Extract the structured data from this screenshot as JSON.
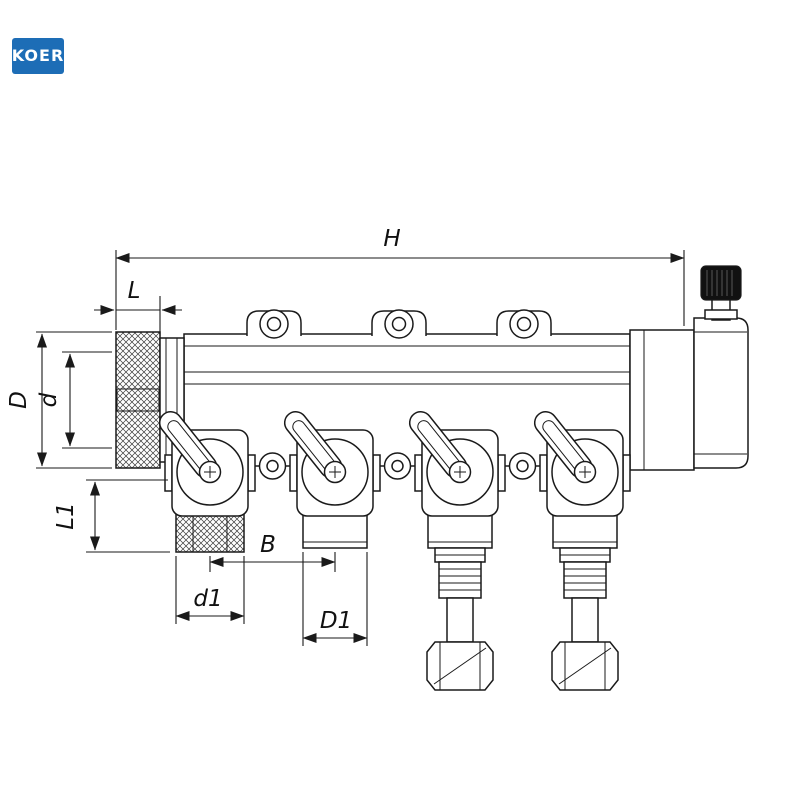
{
  "logo": {
    "text": "KOER",
    "color": "#1d6db6"
  },
  "dimensions": {
    "H": "H",
    "L": "L",
    "D": "D",
    "d": "d",
    "L1": "L1",
    "B": "B",
    "d1": "d1",
    "D1": "D1"
  },
  "colors": {
    "line": "#1a1a1a",
    "fill": "#ffffff",
    "hatch": "#3a3a3a",
    "knob": "#111111"
  }
}
